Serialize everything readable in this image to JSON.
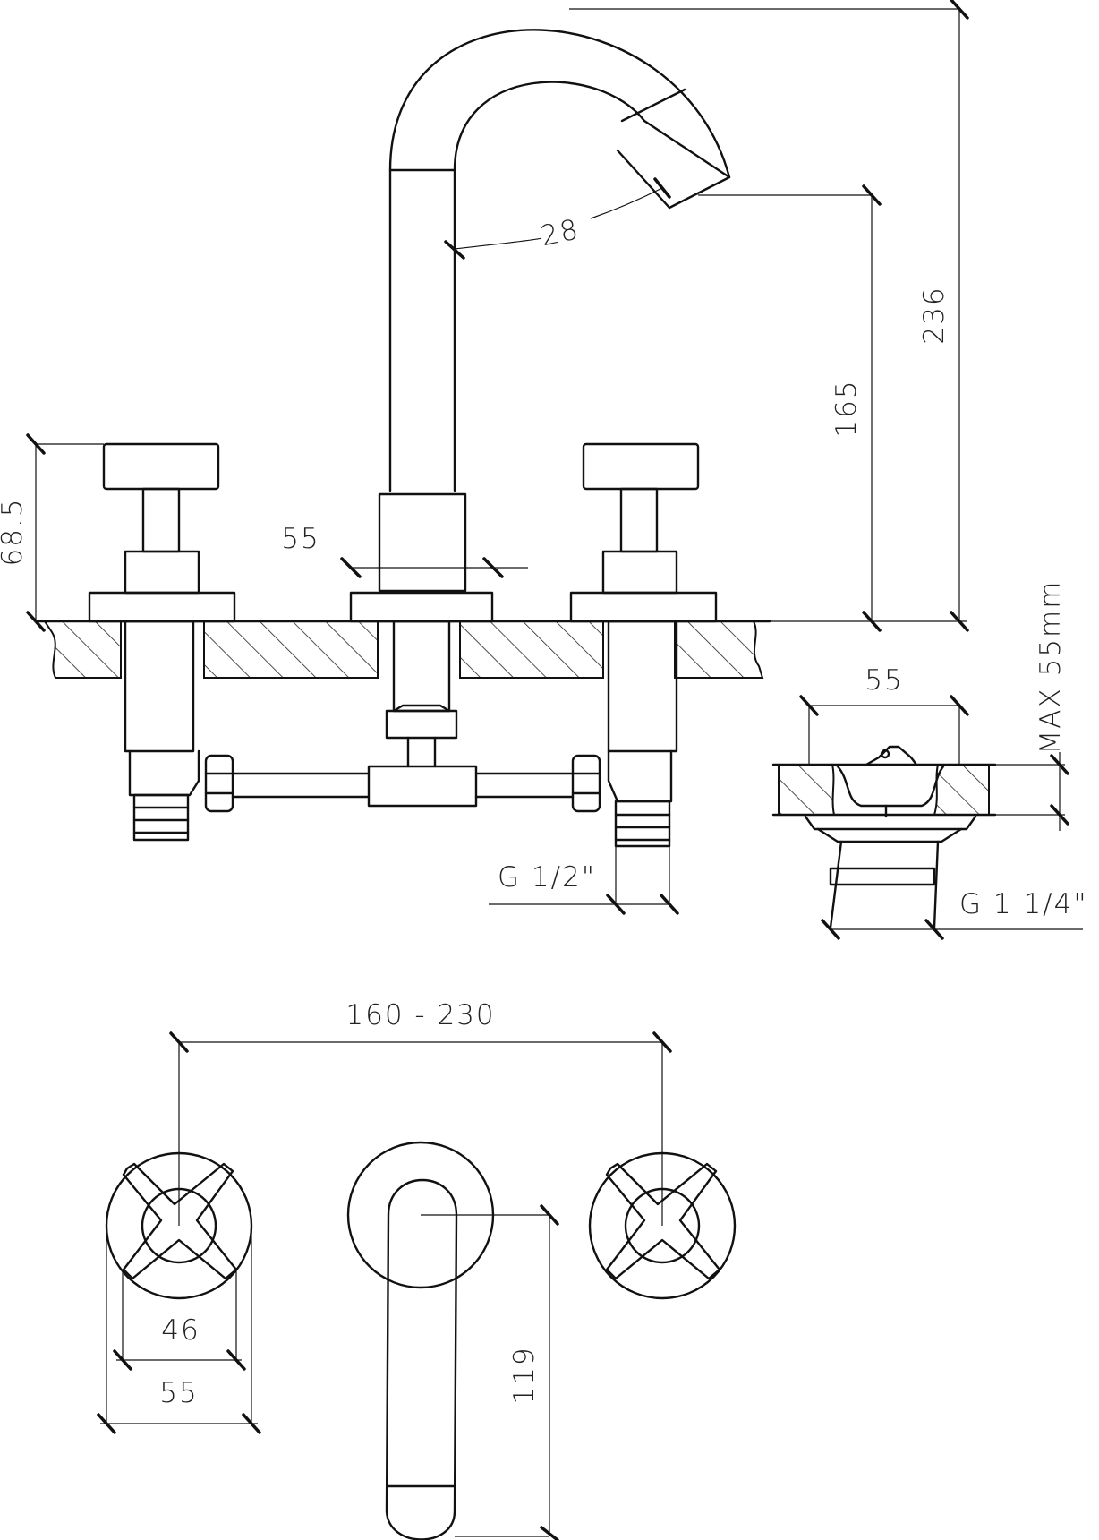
{
  "dimensions": {
    "overall_height": "236",
    "spout_height": "165",
    "spout_diameter": "28",
    "handle_height": "68.5",
    "base_width": "55",
    "drain_width": "55",
    "max_thickness": "MAX 55mm",
    "inlet_thread": "G 1/2\"",
    "drain_thread": "G 1 1/4\"",
    "center_distance": "160 - 230",
    "handle_span": "46",
    "rosette_diameter": "55",
    "spout_reach": "119"
  }
}
